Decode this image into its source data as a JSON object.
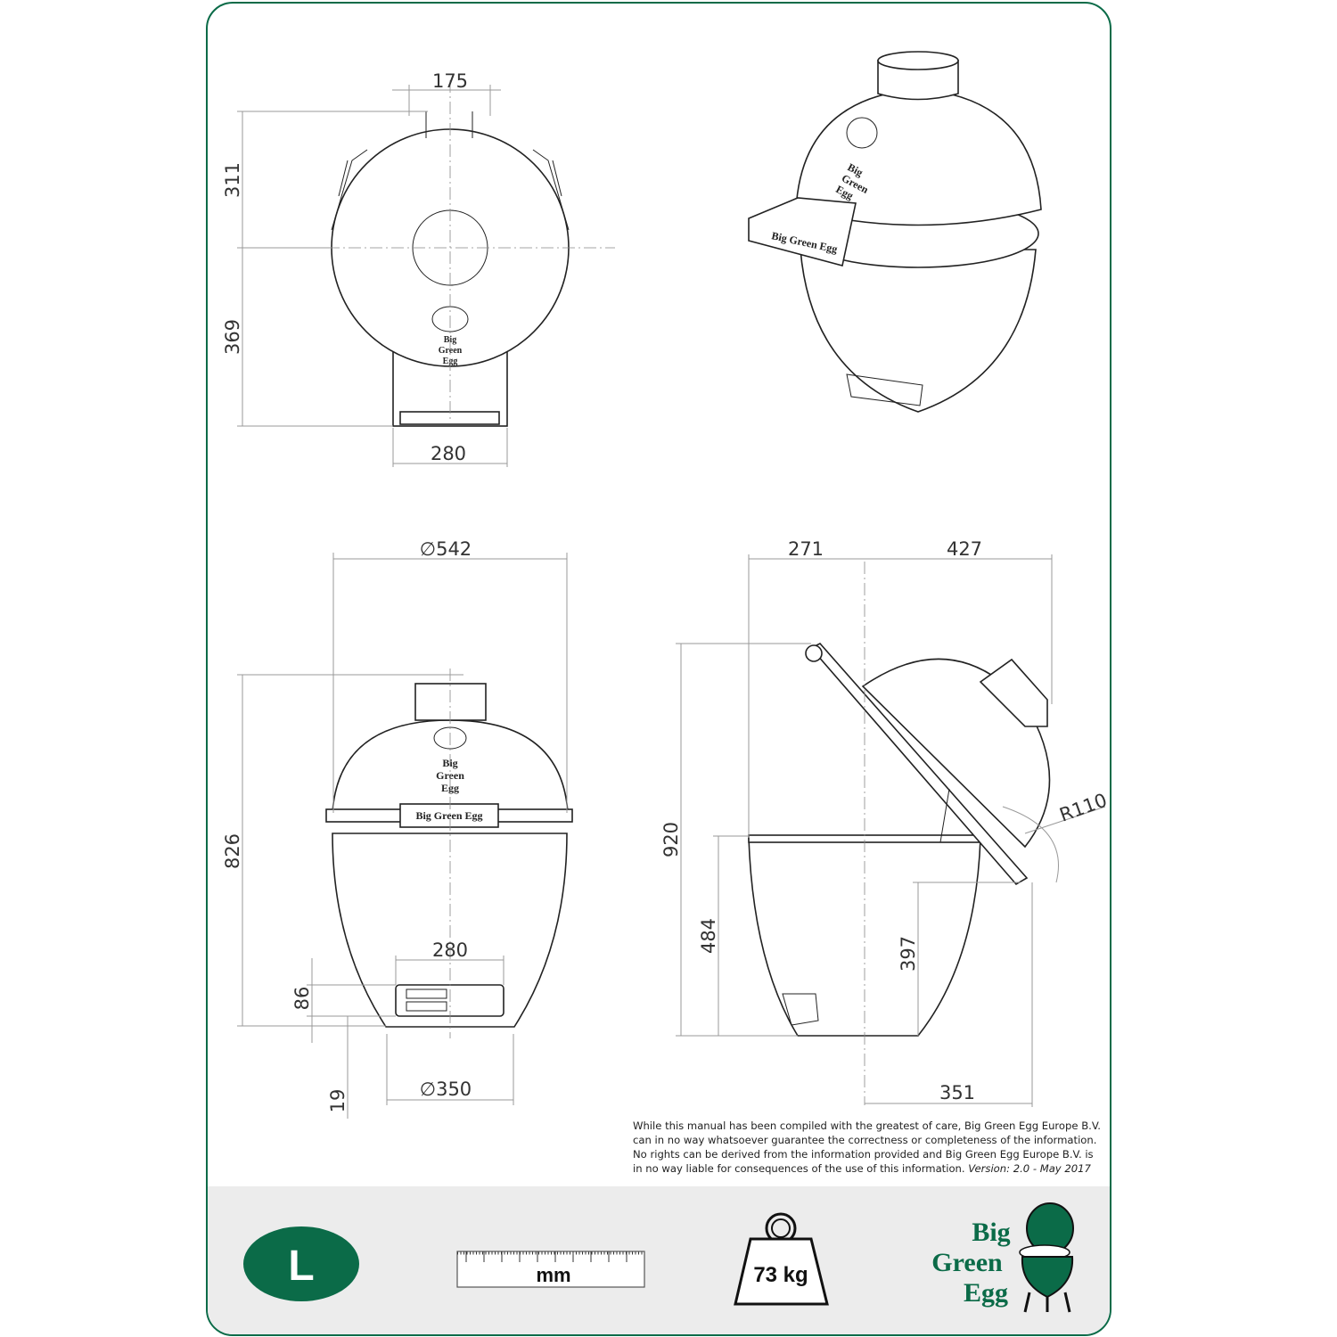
{
  "colors": {
    "brand_green": "#0b6b48",
    "footer_bg": "#ececec",
    "line": "#222222",
    "dimension": "#999999"
  },
  "views": {
    "top": {
      "dims": {
        "handle_spacing": "175",
        "front_depth": "311",
        "rear_depth": "369",
        "base_width": "280"
      },
      "logo": [
        "Big",
        "Green",
        "Egg"
      ]
    },
    "perspective": {
      "logo": [
        "Big",
        "Green",
        "Egg"
      ],
      "handle_label": "Big Green Egg"
    },
    "front": {
      "dims": {
        "diameter": "∅542",
        "height": "826",
        "vent_width": "280",
        "vent_height": "86",
        "foot_height": "19",
        "base_diameter": "∅350"
      },
      "logo": [
        "Big",
        "Green",
        "Egg"
      ],
      "band_label": "Big Green Egg"
    },
    "side_open": {
      "dims": {
        "rear_offset": "271",
        "front_offset": "427",
        "open_height": "920",
        "rim_height": "484",
        "hinge_height": "397",
        "base_offset": "351",
        "radius": "R110"
      }
    }
  },
  "disclaimer": {
    "lines": [
      "While this manual has been compiled with the greatest of care, Big Green Egg Europe B.V.",
      "can in no way whatsoever guarantee the correctness or completeness of the information.",
      "No rights can be derived from the information provided and Big Green Egg Europe B.V. is",
      "in no way liable for consequences of the use of this information."
    ],
    "version": "Version: 2.0 - May 2017"
  },
  "footer": {
    "size_badge": "L",
    "unit_label": "mm",
    "weight_label": "73 kg",
    "brand_logo": [
      "Big",
      "Green",
      "Egg"
    ],
    "icons": [
      "size-badge-icon",
      "ruler-icon",
      "weight-icon",
      "big-green-egg-logo"
    ]
  }
}
